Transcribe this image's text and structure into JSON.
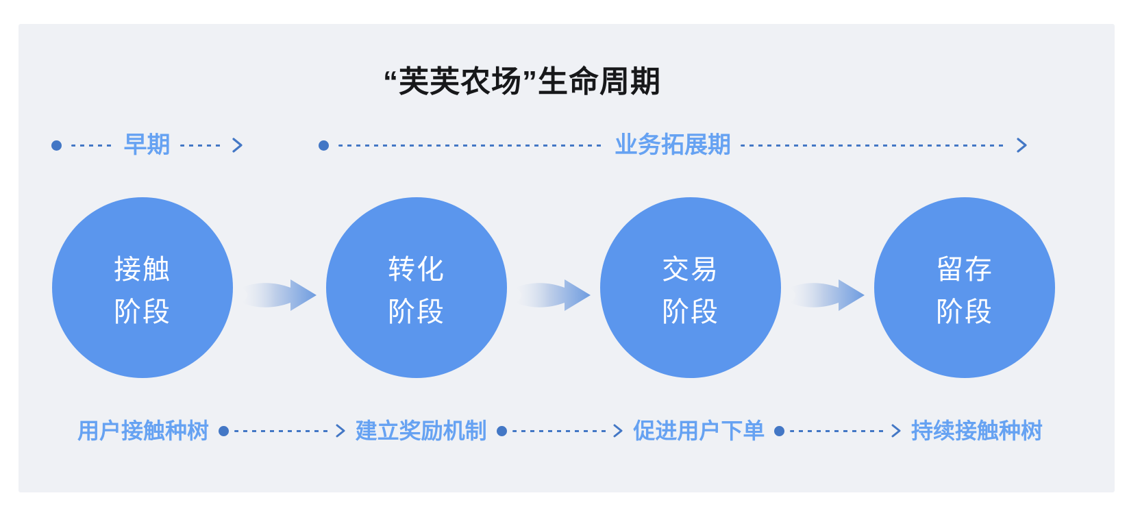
{
  "title": "“芙芙农场”生命周期",
  "phases": [
    {
      "label": "早期"
    },
    {
      "label": "业务拓展期"
    }
  ],
  "stages": [
    {
      "line1": "接触",
      "line2": "阶段",
      "bottom_label": "用户接触种树"
    },
    {
      "line1": "转化",
      "line2": "阶段",
      "bottom_label": "建立奖励机制"
    },
    {
      "line1": "交易",
      "line2": "阶段",
      "bottom_label": "促进用户下单"
    },
    {
      "line1": "留存",
      "line2": "阶段",
      "bottom_label": "持续接触种树"
    }
  ],
  "colors": {
    "card_bg": "#EFF1F5",
    "circle_fill": "#5B96ED",
    "circle_text": "#FFFFFF",
    "label_blue": "#66A2F2",
    "dash_blue": "#4377C5",
    "title_color": "#17181A",
    "transition_gradient_end": "#6E9CE0"
  }
}
